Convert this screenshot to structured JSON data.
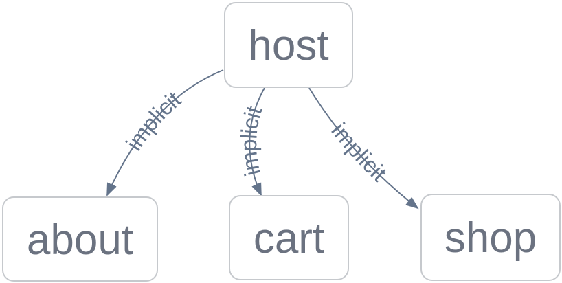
{
  "diagram": {
    "type": "graph",
    "direction": "top-down",
    "nodes": [
      {
        "id": "host",
        "label": "host"
      },
      {
        "id": "about",
        "label": "about"
      },
      {
        "id": "cart",
        "label": "cart"
      },
      {
        "id": "shop",
        "label": "shop"
      }
    ],
    "edges": [
      {
        "from": "host",
        "to": "about",
        "label": "implicit",
        "arrow": "filled-triangle"
      },
      {
        "from": "host",
        "to": "cart",
        "label": "implicit",
        "arrow": "filled-triangle"
      },
      {
        "from": "host",
        "to": "shop",
        "label": "implicit",
        "arrow": "filled-triangle"
      }
    ],
    "colors": {
      "background": "#ffffff",
      "node_fill": "#ffffff",
      "node_border": "#c6c9cd",
      "node_text": "#6b7280",
      "edge_stroke": "#64748b",
      "edge_label_text": "#64748b",
      "arrowhead_fill": "#64748b"
    }
  }
}
